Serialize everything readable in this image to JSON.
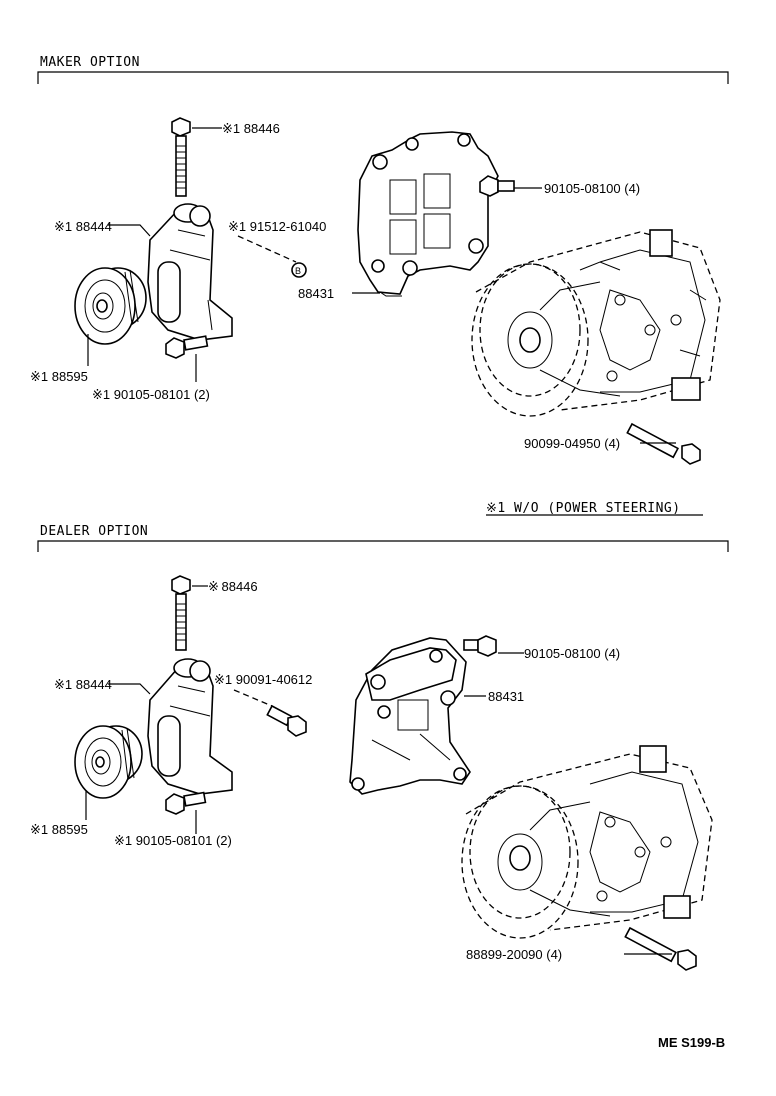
{
  "sections": {
    "maker": {
      "title": "MAKER OPTION",
      "labels": {
        "bolt_top": "※1 88446",
        "bracket": "※1 88444",
        "nut": "※1 91512-61040",
        "nut_marker": "B",
        "pulley": "※1 88595",
        "bolt_small": "※1 90105-08101 (2)",
        "plate": "88431",
        "plate_bolt": "90105-08100 (4)",
        "comp_bolt": "90099-04950 (4)"
      },
      "note": "※1 W/O (POWER STEERING)"
    },
    "dealer": {
      "title": "DEALER OPTION",
      "labels": {
        "bolt_top": "※ 88446",
        "bracket": "※1 88444",
        "nut": "※1 90091-40612",
        "pulley": "※1 88595",
        "bolt_small": "※1 90105-08101 (2)",
        "plate": "88431",
        "plate_bolt": "90105-08100 (4)",
        "comp_bolt": "88899-20090 (4)"
      }
    }
  },
  "footer_ref": "ME S199-B"
}
